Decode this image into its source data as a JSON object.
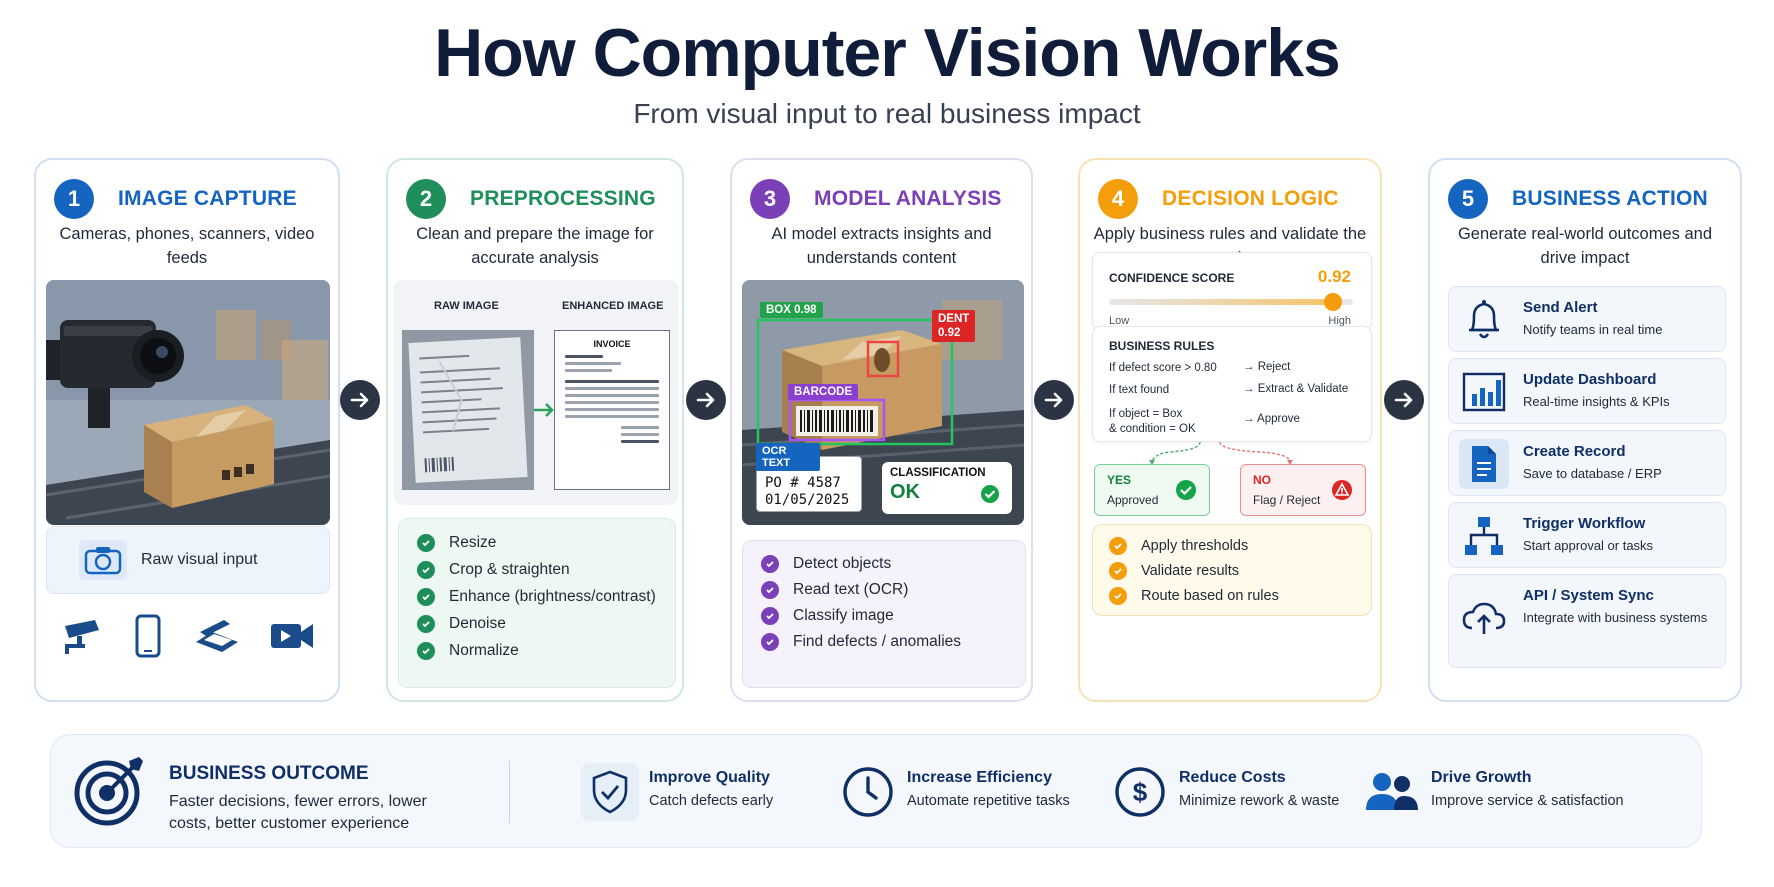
{
  "header": {
    "title": "How Computer Vision Works",
    "subtitle": "From visual input to real business impact"
  },
  "colors": {
    "navy": "#0f1d3a",
    "step1": "#1565c0",
    "step2": "#1e8e5a",
    "step3": "#7b3fb8",
    "step4": "#f59e0b",
    "step5": "#1565c0",
    "arrow": "#2b3442"
  },
  "steps": [
    {
      "number": "1",
      "title": "IMAGE CAPTURE",
      "description": "Cameras, phones, scanners, video feeds",
      "raw_input_label": "Raw visual input",
      "source_icons": [
        "cctv-icon",
        "phone-icon",
        "scanner-icon",
        "video-camera-icon"
      ]
    },
    {
      "number": "2",
      "title": "PREPROCESSING",
      "description": "Clean and prepare the image for accurate analysis",
      "raw_label": "RAW IMAGE",
      "enhanced_label": "ENHANCED IMAGE",
      "invoice_label": "INVOICE",
      "items": [
        "Resize",
        "Crop & straighten",
        "Enhance (brightness/contrast)",
        "Denoise",
        "Normalize"
      ]
    },
    {
      "number": "3",
      "title": "MODEL ANALYSIS",
      "description": "AI model extracts insights and understands content",
      "detections": {
        "box_label": "BOX 0.98",
        "dent_label": "DENT",
        "dent_score": "0.92",
        "barcode_label": "BARCODE",
        "ocr_label": "OCR TEXT",
        "ocr_line1": "PO # 4587",
        "ocr_line2": "01/05/2025",
        "classification_label": "CLASSIFICATION",
        "classification_value": "OK"
      },
      "items": [
        "Detect objects",
        "Read text (OCR)",
        "Classify image",
        "Find defects / anomalies"
      ]
    },
    {
      "number": "4",
      "title": "DECISION LOGIC",
      "description": "Apply business rules and validate the results",
      "confidence": {
        "label": "CONFIDENCE SCORE",
        "value": "0.92",
        "fraction": 0.92,
        "low": "Low",
        "high": "High"
      },
      "rules": {
        "title": "BUSINESS RULES",
        "list": [
          {
            "condition": "If defect score > 0.80",
            "action": "→ Reject"
          },
          {
            "condition": "If text found",
            "action": "→ Extract & Validate"
          },
          {
            "condition": "If object = Box\n& condition = OK",
            "action": "→ Approve"
          }
        ]
      },
      "yes": {
        "title": "YES",
        "subtitle": "Approved"
      },
      "no": {
        "title": "NO",
        "subtitle": "Flag / Reject"
      },
      "items": [
        "Apply thresholds",
        "Validate results",
        "Route based on rules"
      ]
    },
    {
      "number": "5",
      "title": "BUSINESS ACTION",
      "description": "Generate real-world outcomes and drive impact",
      "actions": [
        {
          "title": "Send Alert",
          "subtitle": "Notify teams in real time",
          "icon": "bell-icon"
        },
        {
          "title": "Update Dashboard",
          "subtitle": "Real-time insights & KPIs",
          "icon": "bar-chart-icon"
        },
        {
          "title": "Create Record",
          "subtitle": "Save to database / ERP",
          "icon": "document-icon"
        },
        {
          "title": "Trigger Workflow",
          "subtitle": "Start approval or tasks",
          "icon": "workflow-icon"
        },
        {
          "title": "API / System Sync",
          "subtitle": "Integrate with business systems",
          "icon": "cloud-sync-icon"
        }
      ]
    }
  ],
  "outcome": {
    "title": "BUSINESS OUTCOME",
    "description": "Faster decisions, fewer errors, lower costs, better customer experience",
    "items": [
      {
        "title": "Improve Quality",
        "subtitle": "Catch defects early",
        "icon": "shield-check-icon"
      },
      {
        "title": "Increase Efficiency",
        "subtitle": "Automate repetitive tasks",
        "icon": "clock-icon"
      },
      {
        "title": "Reduce Costs",
        "subtitle": "Minimize rework & waste",
        "icon": "dollar-icon"
      },
      {
        "title": "Drive Growth",
        "subtitle": "Improve service & satisfaction",
        "icon": "people-icon"
      }
    ]
  }
}
